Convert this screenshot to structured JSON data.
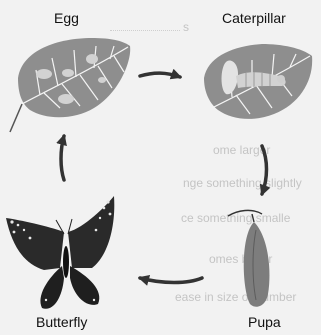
{
  "stages": [
    {
      "name": "egg",
      "label": "Egg"
    },
    {
      "name": "caterpillar",
      "label": "Caterpillar"
    },
    {
      "name": "pupa",
      "label": "Pupa"
    },
    {
      "name": "butterfly",
      "label": "Butterfly"
    }
  ],
  "background_text": {
    "top_fragment": "s",
    "lines": [
      "ome larger",
      "nge something slightly",
      "ce something smalle",
      "omes better",
      "ease in size or number"
    ]
  },
  "colors": {
    "leaf": "#8e8e8e",
    "leaf_vein": "#f4f4f4",
    "egg": "#d2d2d2",
    "pupa": "#7d7d7d",
    "butterfly": "#2a2a2a",
    "arrow": "#333333",
    "background": "#f2f2f2"
  }
}
